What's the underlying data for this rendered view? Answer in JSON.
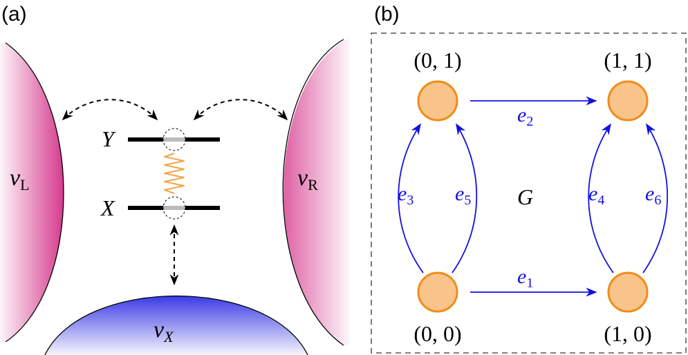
{
  "panel_a": {
    "label": "(a)",
    "reservoirs": {
      "left": {
        "symbol": "ν",
        "subscript": "L",
        "color": "#d63a8e"
      },
      "right": {
        "symbol": "ν",
        "subscript": "R",
        "color": "#d63a8e"
      },
      "bottom": {
        "symbol": "ν",
        "subscript": "X",
        "color": "#3b3be6"
      }
    },
    "levels": {
      "upper": "Y",
      "lower": "X"
    },
    "spring_color": "#f2a546"
  },
  "panel_b": {
    "label": "(b)",
    "graph_label": "G",
    "node_color": "#f8c48a",
    "node_stroke": "#f08c1a",
    "edge_color": "#1010e0",
    "nodes": {
      "n00": "(0, 0)",
      "n01": "(0, 1)",
      "n10": "(1, 0)",
      "n11": "(1, 1)"
    },
    "edges": {
      "e1": {
        "base": "e",
        "sub": "1"
      },
      "e2": {
        "base": "e",
        "sub": "2"
      },
      "e3": {
        "base": "e",
        "sub": "3"
      },
      "e4": {
        "base": "e",
        "sub": "4"
      },
      "e5": {
        "base": "e",
        "sub": "5"
      },
      "e6": {
        "base": "e",
        "sub": "6"
      }
    }
  }
}
